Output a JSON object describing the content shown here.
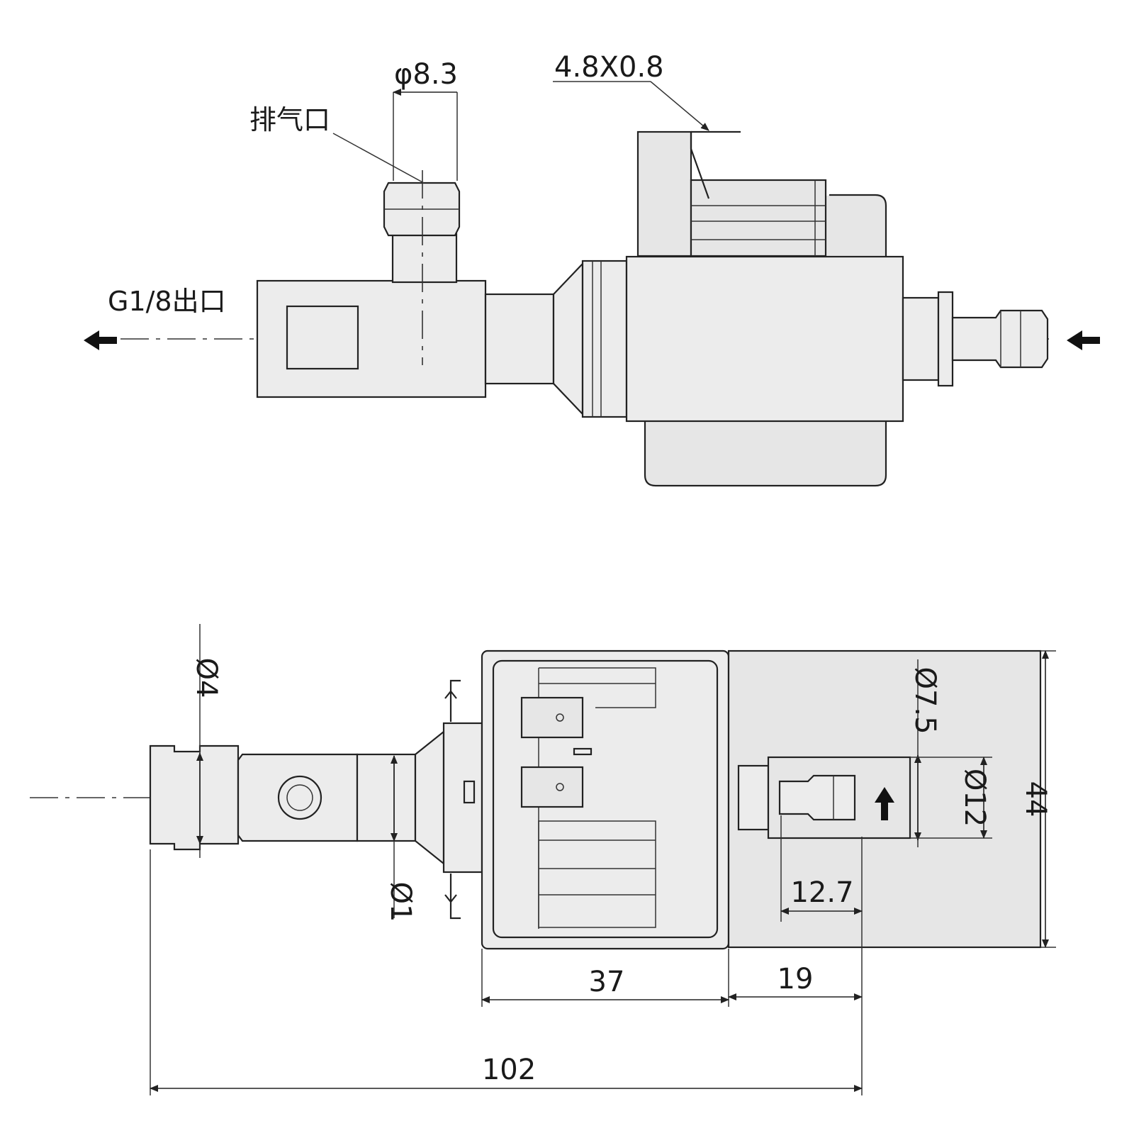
{
  "diagram": {
    "top_view": {
      "labels": {
        "vent_diameter": "φ8.3",
        "vent": "排气口",
        "terminal": "4.8X0.8",
        "outlet": "G1/8出口"
      }
    },
    "bottom_view": {
      "labels": {
        "d4": "Ø4",
        "d7_5": "Ø7.5",
        "d12": "Ø12",
        "d1": "Ø1",
        "h44": "44",
        "l12_7": "12.7",
        "l37": "37",
        "l19": "19",
        "l102": "102"
      }
    }
  }
}
